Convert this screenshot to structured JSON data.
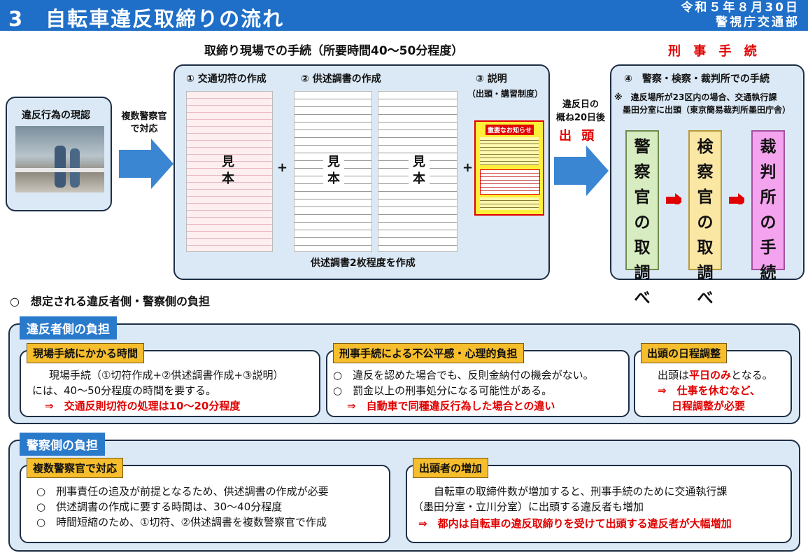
{
  "header": {
    "title": "3　自転車違反取締りの流れ",
    "date": "令和５年８月30日",
    "dept": "警視庁交通部"
  },
  "flow": {
    "scene_label": "違反行為の現認",
    "multi_officer": "複数警察官\nで対応",
    "site_title": "取締り現場での手続（所要時間40～50分程度）",
    "step1": "① 交通切符の作成",
    "step2": "② 供述調書の作成",
    "step3": "③ 説明",
    "step3_sub": "（出頭・講習制度）",
    "sample": "見\n本",
    "plus": "+",
    "site_note": "供述調書2枚程度を作成",
    "notice_title": "重要なお知らせ",
    "days_label": "違反日の\n概ね20日後",
    "appear": "出 頭",
    "criminal_title": "刑 事 手 続",
    "step4": "④　警察・検察・裁判所での手続",
    "note4_line1": "※　違反場所が23区内の場合、交通執行課",
    "note4_line2": "墨田分室に出頭（東京簡易裁判所墨田庁舎）",
    "police": "警察官の取調べ",
    "prosecutor": "検察官の取調べ",
    "court": "裁判所の手続"
  },
  "burden": {
    "heading": "○　想定される違反者側・警察側の負担",
    "violator_tab": "違反者側の負担",
    "v1_title": "現場手続にかかる時間",
    "v1_line1": "現場手続（①切符作成+②供述調書作成+③説明）",
    "v1_line2": "には、40～50分程度の時間を要する。",
    "v1_line3": "⇒　交通反則切符の処理は10～20分程度",
    "v2_title": "刑事手続による不公平感・心理的負担",
    "v2_line1": "○　違反を認めた場合でも、反則金納付の機会がない。",
    "v2_line2": "○　罰金以上の刑事処分になる可能性がある。",
    "v2_line3": "⇒　自動車で同種違反行為した場合との違い",
    "v3_title": "出頭の日程調整",
    "v3_line1a": "出頭は",
    "v3_line1b": "平日のみ",
    "v3_line1c": "となる。",
    "v3_line2": "⇒　仕事を休むなど、",
    "v3_line3": "日程調整が必要",
    "police_tab": "警察側の負担",
    "p1_title": "複数警察官で対応",
    "p1_line1": "○　刑事責任の追及が前提となるため、供述調書の作成が必要",
    "p1_line2": "○　供述調書の作成に要する時間は、30～40分程度",
    "p1_line3": "○　時間短縮のため、①切符、②供述調書を複数警察官で作成",
    "p2_title": "出頭者の増加",
    "p2_line1": "自転車の取締件数が増加すると、刑事手続のために交通執行課",
    "p2_line2": "（墨田分室・立川分室）に出頭する違反者も増加",
    "p2_line3": "⇒　都内は自転車の違反取締りを受けて出頭する違反者が大幅増加"
  },
  "colors": {
    "header_blue": "#1f6fc8",
    "panel_blue": "#dbe9f6",
    "arrow_blue": "#3a86d2",
    "pill_orange": "#f6be2c",
    "red": "#e00000",
    "police_green": "#d7ecc0",
    "prosecutor_yellow": "#fbe7a4",
    "court_pink": "#f4a3ee"
  }
}
